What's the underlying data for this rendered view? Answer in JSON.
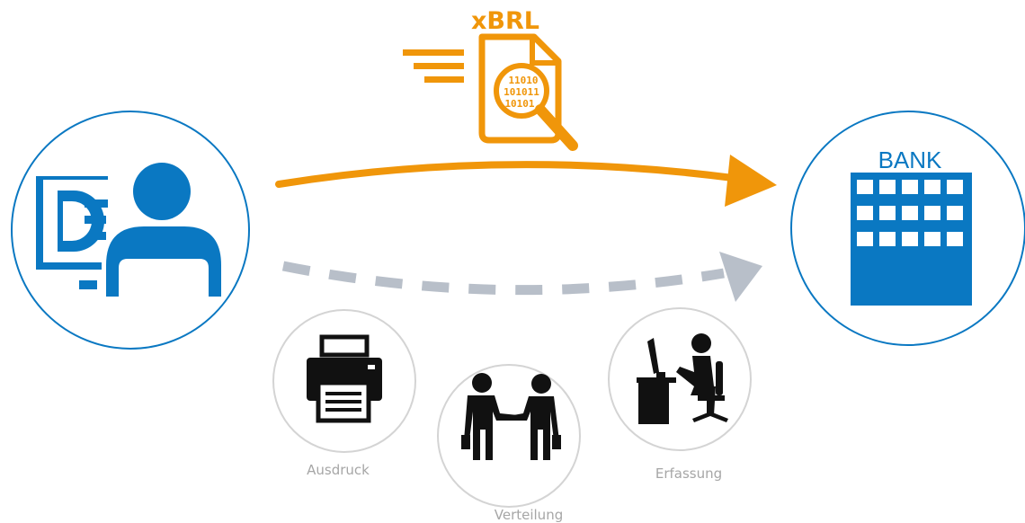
{
  "document_icon": {
    "label": "xBRL",
    "binary_lines": [
      "11010",
      "101011",
      "10101"
    ]
  },
  "bank": {
    "label": "BANK"
  },
  "steps": [
    {
      "icon": "printer-icon",
      "label": "Ausdruck"
    },
    {
      "icon": "handshake-icon",
      "label": "Verteilung"
    },
    {
      "icon": "data-entry-icon",
      "label": "Erfassung"
    }
  ],
  "colors": {
    "blue": "#0a78c2",
    "orange": "#f0960a",
    "gray_arrow": "#b8bfc9",
    "gray_circle": "#d4d4d4",
    "gray_text": "#a6a6a6",
    "black": "#111111"
  }
}
